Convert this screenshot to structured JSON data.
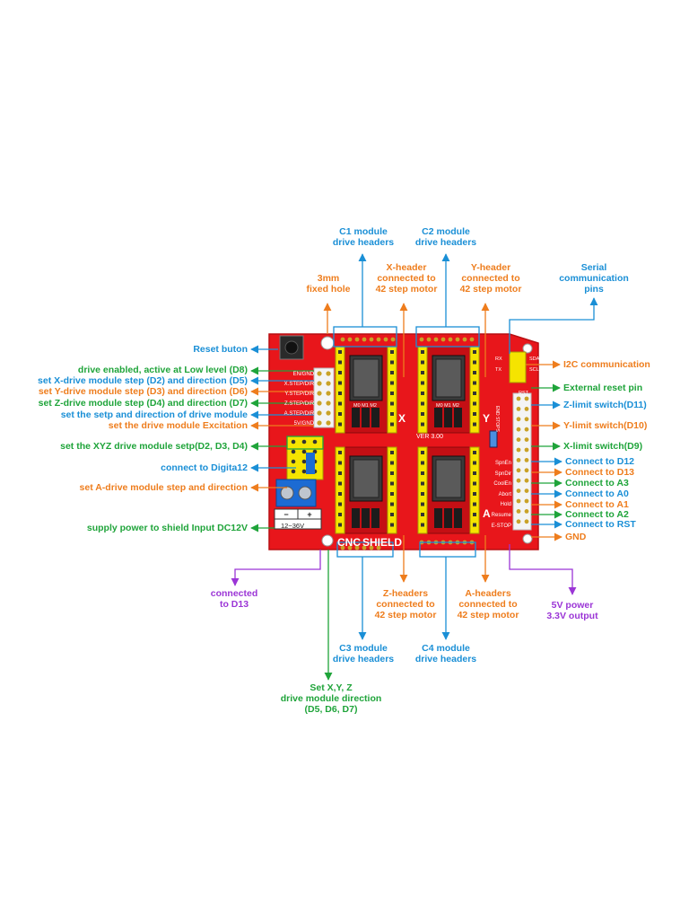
{
  "colors": {
    "blue": "#1a8fd6",
    "orange": "#ee7d1d",
    "green": "#1fa43a",
    "purple": "#9b35d6",
    "board": "#e8161b",
    "header": "#f5e400"
  },
  "board": {
    "silk_cnc": "CNC",
    "silk_shield": "SHIELD",
    "silk_version": "VER 3.00",
    "silk_input": "12~36V",
    "silk_x": "X",
    "silk_y": "Y",
    "silk_a": "A",
    "left_pins": [
      "EN/GND",
      "X.STEP/DIR",
      "Y.STEP/DIR",
      "Z.STEP/DIR",
      "A.STEP/DIR",
      "5V/GND"
    ],
    "right_pins": [
      "SpnEn",
      "SpnDir",
      "CoolEn",
      "Abort",
      "Hold",
      "Resume",
      "E-STOP"
    ],
    "endstops": "END STOPS",
    "i2c_pins": [
      "RX",
      "TX",
      "SDA",
      "SCL"
    ],
    "rst": "RST",
    "m_pins": "M0 M1 M2"
  },
  "labels": {
    "c1": "C1 module\ndrive headers",
    "c2": "C2 module\ndrive headers",
    "hole": "3mm\nfixed hole",
    "xheader": "X-header\nconnected to\n42 step motor",
    "yheader": "Y-header\nconnected to\n42 step motor",
    "serial": "Serial\ncommunication\npins",
    "reset": "Reset buton",
    "en": "drive enabled, active at Low level (D8)",
    "xstep": "set X-drive module step (D2) and direction (D5)",
    "ystep": "set Y-drive module step (D3) and direction (D6)",
    "zstep": "set Z-drive module step (D4) and direction (D7)",
    "setdir": "set the setp and direction of drive module",
    "excite": "set the drive module Excitation",
    "xyz": "set the XYZ drive module setp(D2, D3, D4)",
    "d12": "connect to Digita12",
    "astep": "set A-drive module step and direction",
    "power": "supply power to shield Input DC12V",
    "d13": "connected\nto D13",
    "zheaders": "Z-headers\nconnected to\n42 step motor",
    "aheaders": "A-headers\nconnected to\n42 step motor",
    "v5": "5V  power\n3.3V  output",
    "c3": "C3 module\ndrive headers",
    "c4": "C4 module\ndrive headers",
    "setxyz": "Set X,Y, Z\ndrive module direction\n(D5, D6, D7)",
    "i2c": "I2C communication",
    "extreset": "External reset pin",
    "zlimit": "Z-limit switch(D11)",
    "ylimit": "Y-limit switch(D10)",
    "xlimit": "X-limit switch(D9)",
    "r_d12": "Connect to D12",
    "r_d13": "Connect to D13",
    "r_a3": "Connect to A3",
    "r_a0": "Connect to A0",
    "r_a1": "Connect to A1",
    "r_a2": "Connect to A2",
    "r_rst": "Connect to RST",
    "gnd": "GND"
  }
}
